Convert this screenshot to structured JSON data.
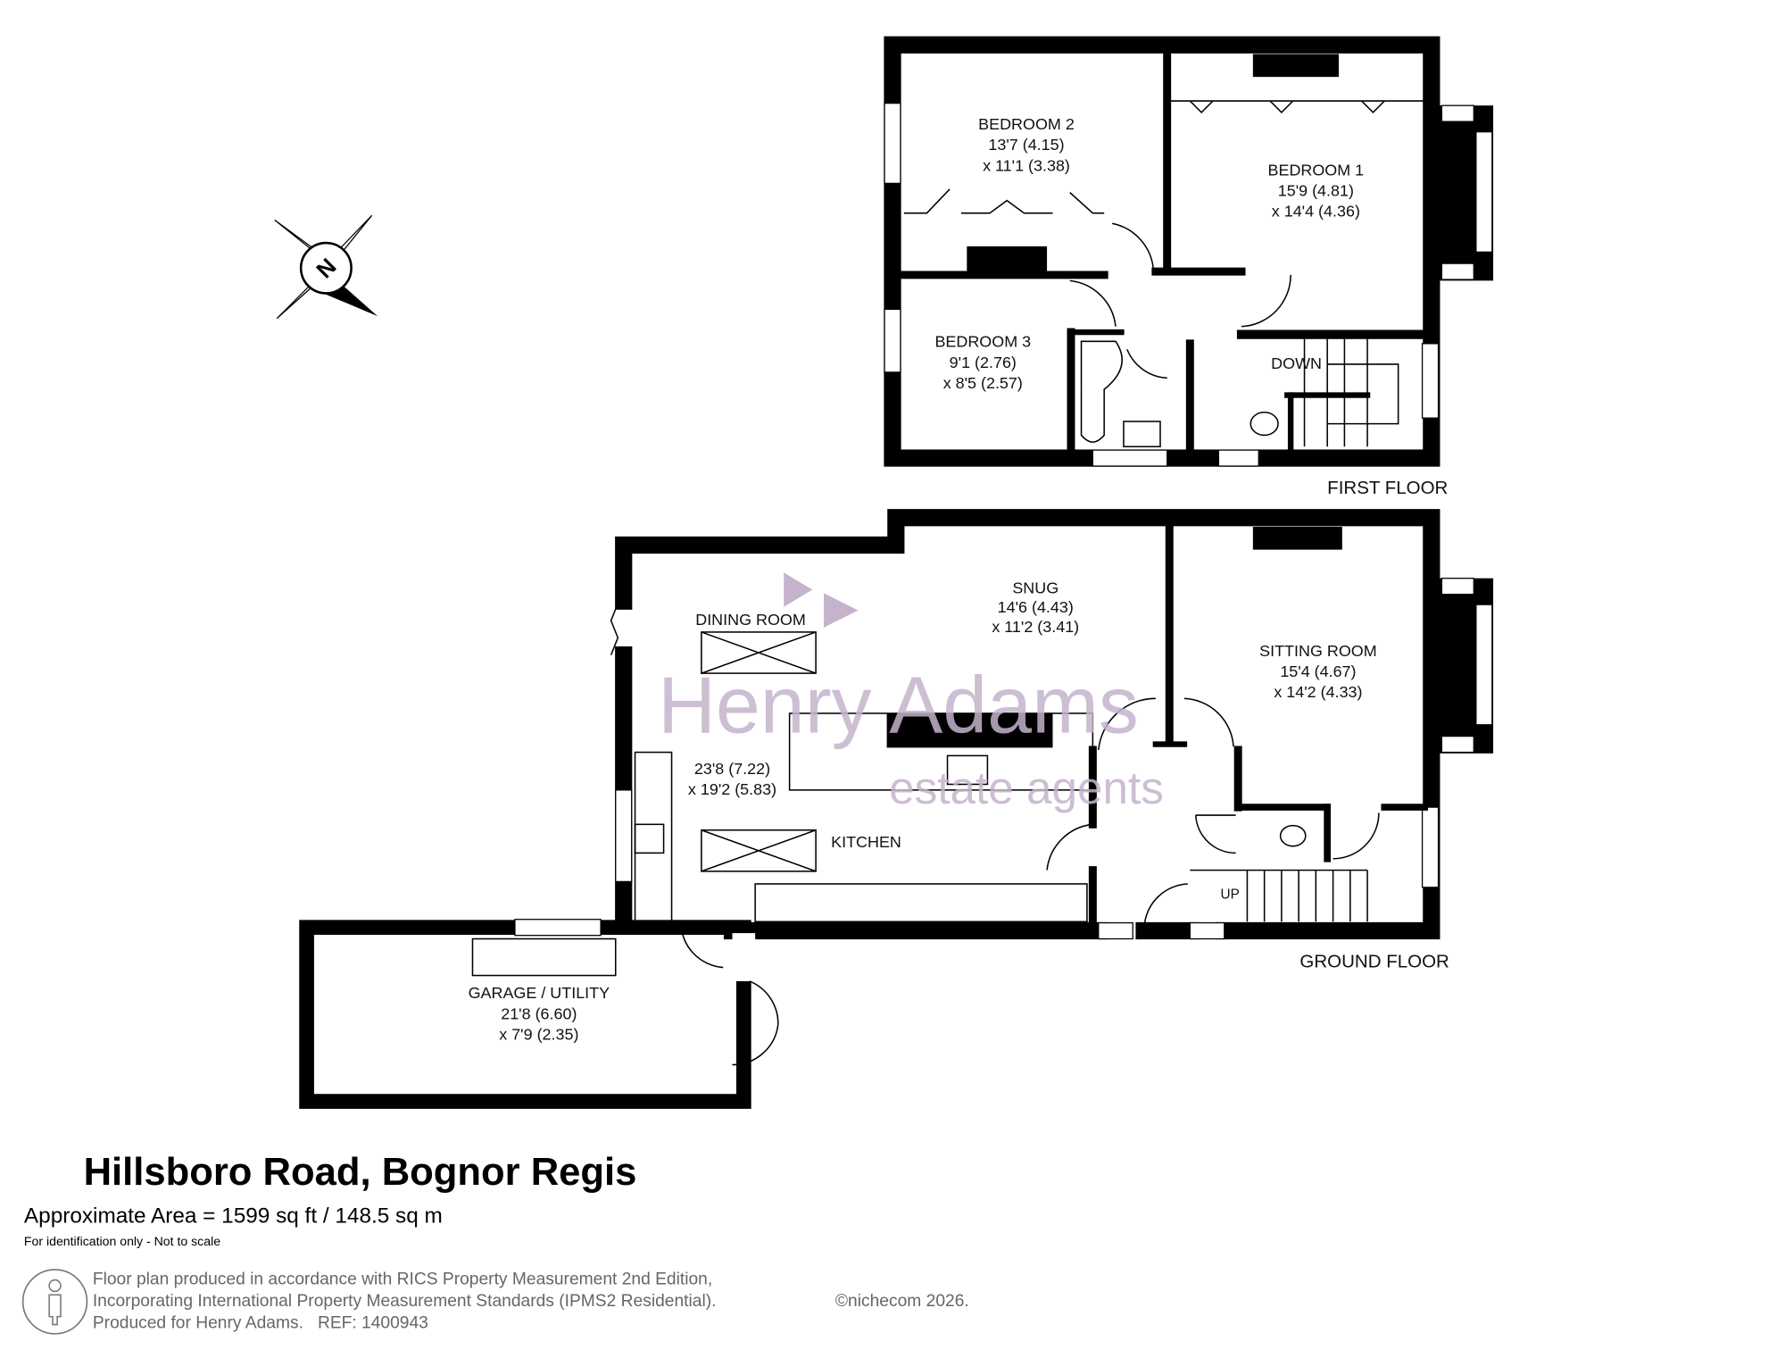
{
  "title": "Hillsboro Road, Bognor Regis",
  "area": "Approximate Area = 1599 sq ft / 148.5 sq m",
  "disclaimer": "For identification only - Not to scale",
  "footer": {
    "line1": "Floor plan produced in accordance with RICS Property Measurement 2nd Edition,",
    "line2": "Incorporating International Property Measurement Standards (IPMS2 Residential).",
    "copyright": "©nichecom 2026.",
    "line3": "Produced for Henry Adams.   REF: 1400943"
  },
  "watermark": {
    "brand": "Henry Adams",
    "tagline": "estate agents",
    "color": "#c5b3cc"
  },
  "compass": {
    "label": "N"
  },
  "first_floor": {
    "label": "FIRST FLOOR",
    "stairs_label": "DOWN",
    "rooms": [
      {
        "name": "BEDROOM 2",
        "dim1": "13'7 (4.15)",
        "dim2": "x 11'1 (3.38)"
      },
      {
        "name": "BEDROOM 1",
        "dim1": "15'9 (4.81)",
        "dim2": "x 14'4 (4.36)"
      },
      {
        "name": "BEDROOM 3",
        "dim1": "9'1 (2.76)",
        "dim2": "x 8'5 (2.57)"
      }
    ]
  },
  "ground_floor": {
    "label": "GROUND FLOOR",
    "stairs_label": "UP",
    "rooms": [
      {
        "name": "DINING ROOM"
      },
      {
        "name": "SNUG",
        "dim1": "14'6 (4.43)",
        "dim2": "x 11'2 (3.41)"
      },
      {
        "name": "SITTING ROOM",
        "dim1": "15'4 (4.67)",
        "dim2": "x 14'2 (4.33)"
      },
      {
        "name": "KITCHEN",
        "dim1": "23'8 (7.22)",
        "dim2": "x 19'2 (5.83)"
      },
      {
        "name": "GARAGE / UTILITY",
        "dim1": "21'8 (6.60)",
        "dim2": "x 7'9 (2.35)"
      }
    ]
  }
}
